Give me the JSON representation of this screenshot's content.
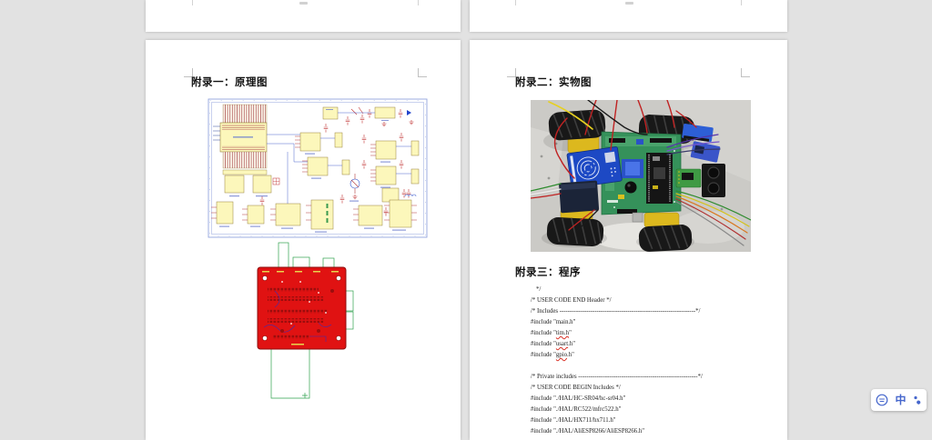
{
  "document": {
    "left_page": {
      "heading": "附录一：原理图",
      "figures": {
        "schematic": "circuit-schematic-figure",
        "pcb": "pcb-layout-figure"
      }
    },
    "right_page": {
      "heading_appendix2": "附录二：实物图",
      "photo": "robot-car-photo",
      "heading_appendix3": "附录三：程序",
      "spellcheck_color": "#d93025",
      "code_lines": [
        {
          "text": "*/",
          "indent": 1
        },
        {
          "text": "/* USER CODE END Header */"
        },
        {
          "text": "/* Includes ------------------------------------------------------------------*/"
        },
        {
          "text": "#include \"main.h\""
        },
        {
          "pre": "#include \"",
          "mark": "tim.h",
          "post": "\""
        },
        {
          "pre": "#include \"",
          "mark": "usart",
          "post": ".h\""
        },
        {
          "pre": "#include \"",
          "mark": "gpio",
          "post": ".h\""
        },
        {
          "text": ""
        },
        {
          "text": "/* Private includes ----------------------------------------------------------*/"
        },
        {
          "text": "/* USER CODE BEGIN Includes */"
        },
        {
          "text": "#include \"./HAL/HC-SR04/hc-sr04.h\""
        },
        {
          "text": "#include \"./HAL/RC522/mfrc522.h\""
        },
        {
          "text": "#include \"./HAL/HX711/hx711.h\""
        },
        {
          "text": "#include \"./HAL/AliESP8266/AliESP8266.h\""
        }
      ]
    }
  },
  "ime_panel": {
    "mode_label": "中",
    "accent_color": "#4566cc",
    "icons": [
      "input-method-logo-icon",
      "keyboard-options-icon"
    ]
  },
  "colors": {
    "canvas_background": "#e2e2e2",
    "page": "#ffffff",
    "schematic_frame": "#93a4de",
    "schematic_block": "#fcf7bb",
    "pcb_board_red": "#e01212",
    "pcb_outline_green": "#2fa14f",
    "spellcheck_red": "#d93025"
  }
}
